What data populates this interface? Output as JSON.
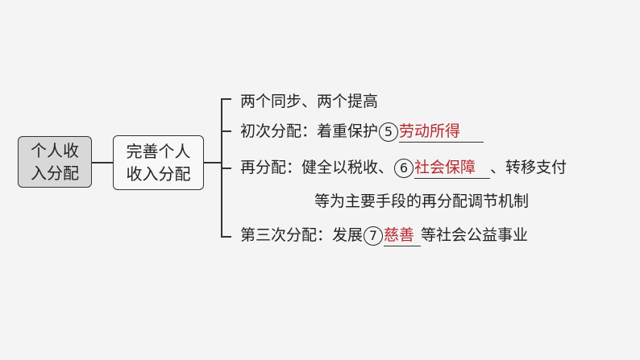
{
  "root": "个人收入分配",
  "root_lines": [
    "个人收",
    "入分配"
  ],
  "branch_lines": [
    "完善个人",
    "收入分配"
  ],
  "items": [
    {
      "text": "两个同步、两个提高"
    },
    {
      "prefix": "初次分配：着重保护",
      "num": "5",
      "answer": "劳动所得",
      "suffix": ""
    },
    {
      "prefix": "再分配：健全以税收、",
      "num": "6",
      "answer": "社会保障",
      "suffix": "、转移支付"
    },
    {
      "text": "等为主要手段的再分配调节机制"
    },
    {
      "prefix": "第三次分配：发展",
      "num": "7",
      "answer": "慈善",
      "suffix": "等社会公益事业"
    }
  ],
  "colors": {
    "answer": "#b5282c",
    "root_fill": "#d8d8d8"
  }
}
